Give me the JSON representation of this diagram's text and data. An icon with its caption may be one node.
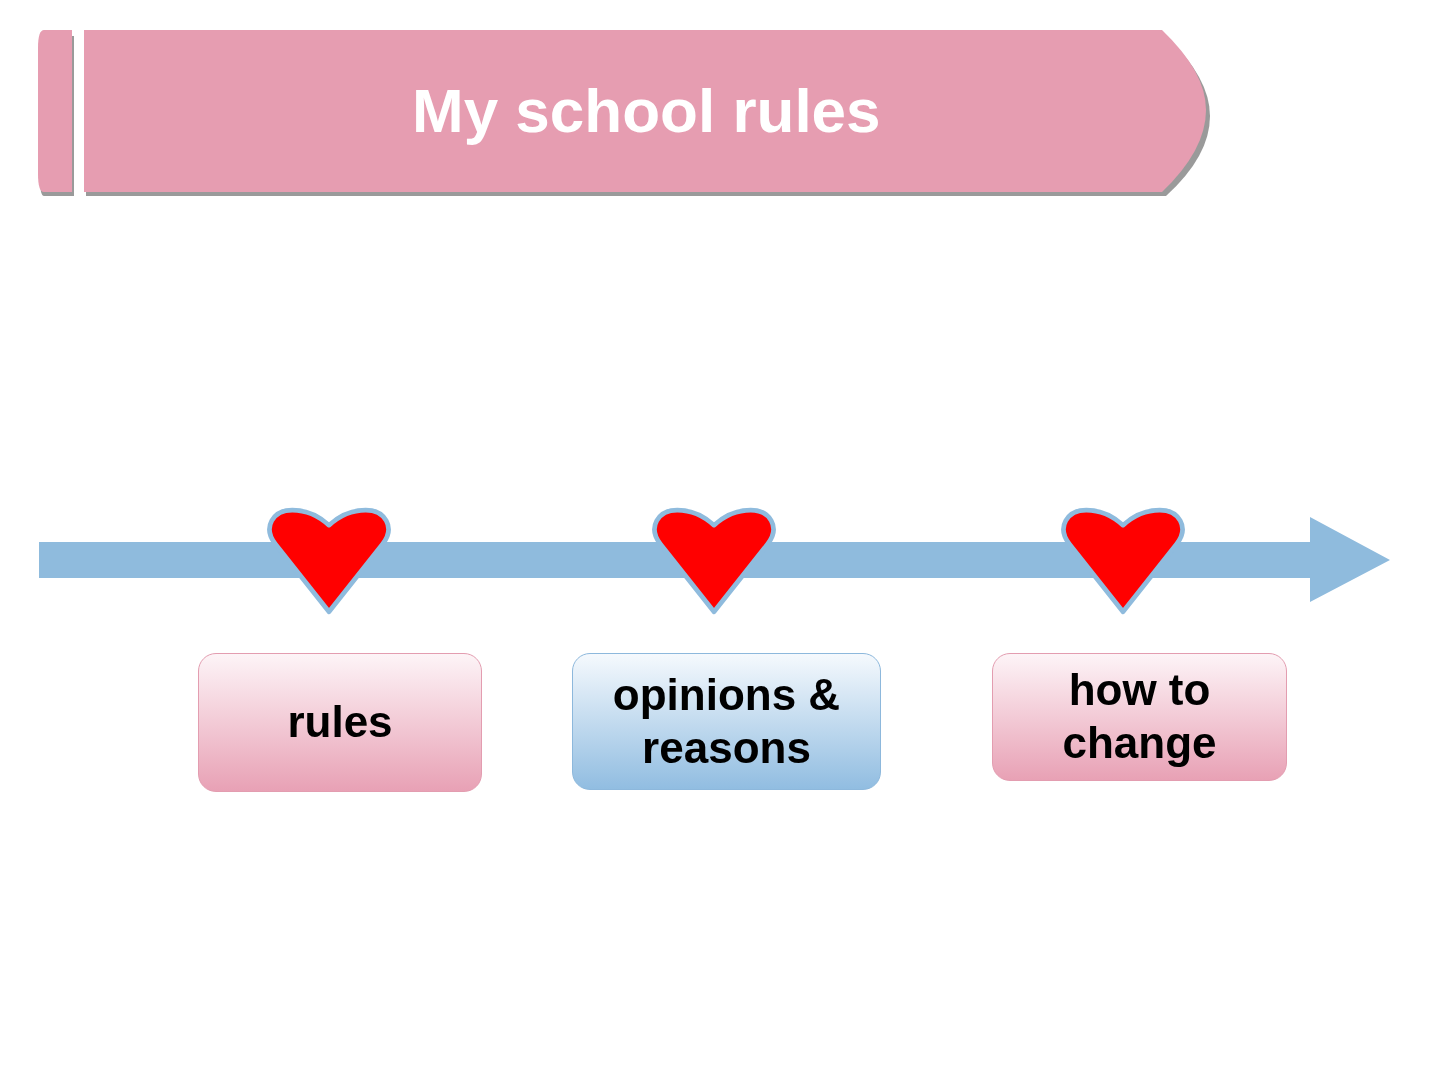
{
  "diagram": {
    "title": "My school rules",
    "nodes": [
      {
        "text": [],
        "shape": "heart"
      },
      {
        "text": [],
        "shape": "heart"
      },
      {
        "text": [],
        "shape": "heart"
      },
      {
        "text": [
          "rules"
        ]
      },
      {
        "text": [
          "opinions & reasons"
        ]
      },
      {
        "text": [
          "how to change"
        ]
      }
    ]
  }
}
